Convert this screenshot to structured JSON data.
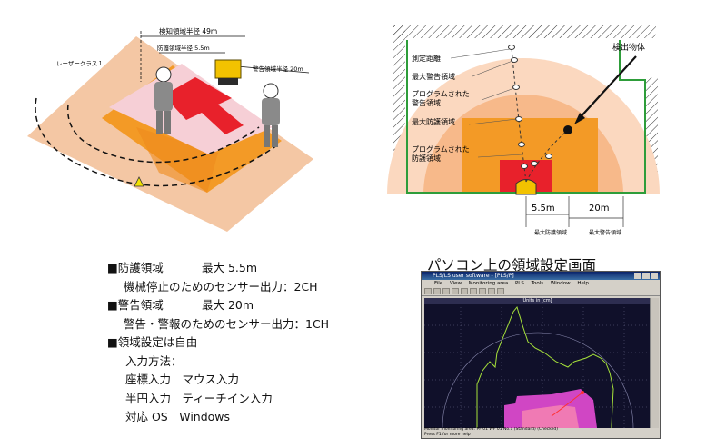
{
  "left_diagram": {
    "laser_class": "レーザークラス１",
    "detect_radius": "検知領域半径 49m",
    "protect_radius": "防護領域半径 5.5m",
    "warning_radius": "警告領域半径 20m"
  },
  "right_diagram": {
    "labels": {
      "measure_distance": "測定距離",
      "max_warning": "最大警告領域",
      "programmed_warning_1": "プログラムされた",
      "programmed_warning_2": "警告領域",
      "max_protect": "最大防護領域",
      "programmed_protect_1": "プログラムされた",
      "programmed_protect_2": "防護領域",
      "detected_object": "検出物体"
    },
    "dim_protect": "5.5m",
    "dim_warning": "20m",
    "dim_protect_label": "最大防護領域",
    "dim_warning_label": "最大警告領域"
  },
  "specs": {
    "protect_title": "■防護領域",
    "protect_value": "最大 5.5m",
    "protect_desc": "機械停止のためのセンサー出力：2CH",
    "warning_title": "■警告領域",
    "warning_value": "最大 20m",
    "warning_desc": "警告・警報のためのセンサー出力：1CH",
    "free_title": "■領域設定は自由",
    "input_method": "入力方法：",
    "coord_input": "座標入力　マウス入力",
    "semicircle_input": "半円入力　ティーチイン入力",
    "os_support": "対応 OS　Windows"
  },
  "screen": {
    "title": "パソコン上の領域設定画面",
    "window_title": "PLS/LS user software - [PLS/P]",
    "menu": [
      "File",
      "View",
      "Monitoring area",
      "PLS",
      "Tools",
      "Window",
      "Help"
    ],
    "units_label": "Units in [cm]",
    "status_top": "Monitor monitoring area: PF 01  WF 01  No.1 (Standard) (Checked)",
    "status_bottom": "Press F1 for more help"
  },
  "colors": {
    "protect_red": "#e8212b",
    "orange": "#f39a26",
    "pink": "#f6cfd6",
    "peach": "#fbd8bf",
    "green": "#2e9d3a"
  }
}
